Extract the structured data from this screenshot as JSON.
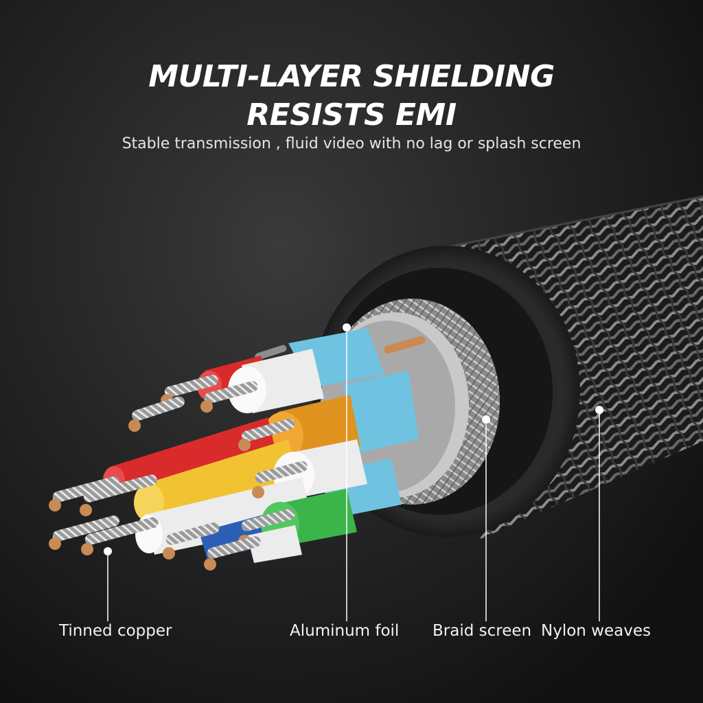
{
  "headline": {
    "line1": "MULTI-LAYER SHIELDING",
    "line2": "RESISTS EMI"
  },
  "subtitle": "Stable transmission , fluid video with no lag or splash screen",
  "callouts": {
    "tinned_copper": "Tinned copper",
    "aluminum_foil": "Aluminum foil",
    "braid_screen": "Braid screen",
    "nylon_weaves": "Nylon weaves"
  },
  "colors": {
    "background": "#1a1a1a",
    "text": "#ffffff",
    "wire_red": "#d92b2b",
    "wire_orange": "#e0921f",
    "wire_yellow": "#f1c232",
    "wire_green": "#3bb54a",
    "wire_blue": "#2b5fb5",
    "wire_white": "#f2f2f2",
    "foil_cyan": "#6fc3e0",
    "copper": "#c98a55"
  }
}
